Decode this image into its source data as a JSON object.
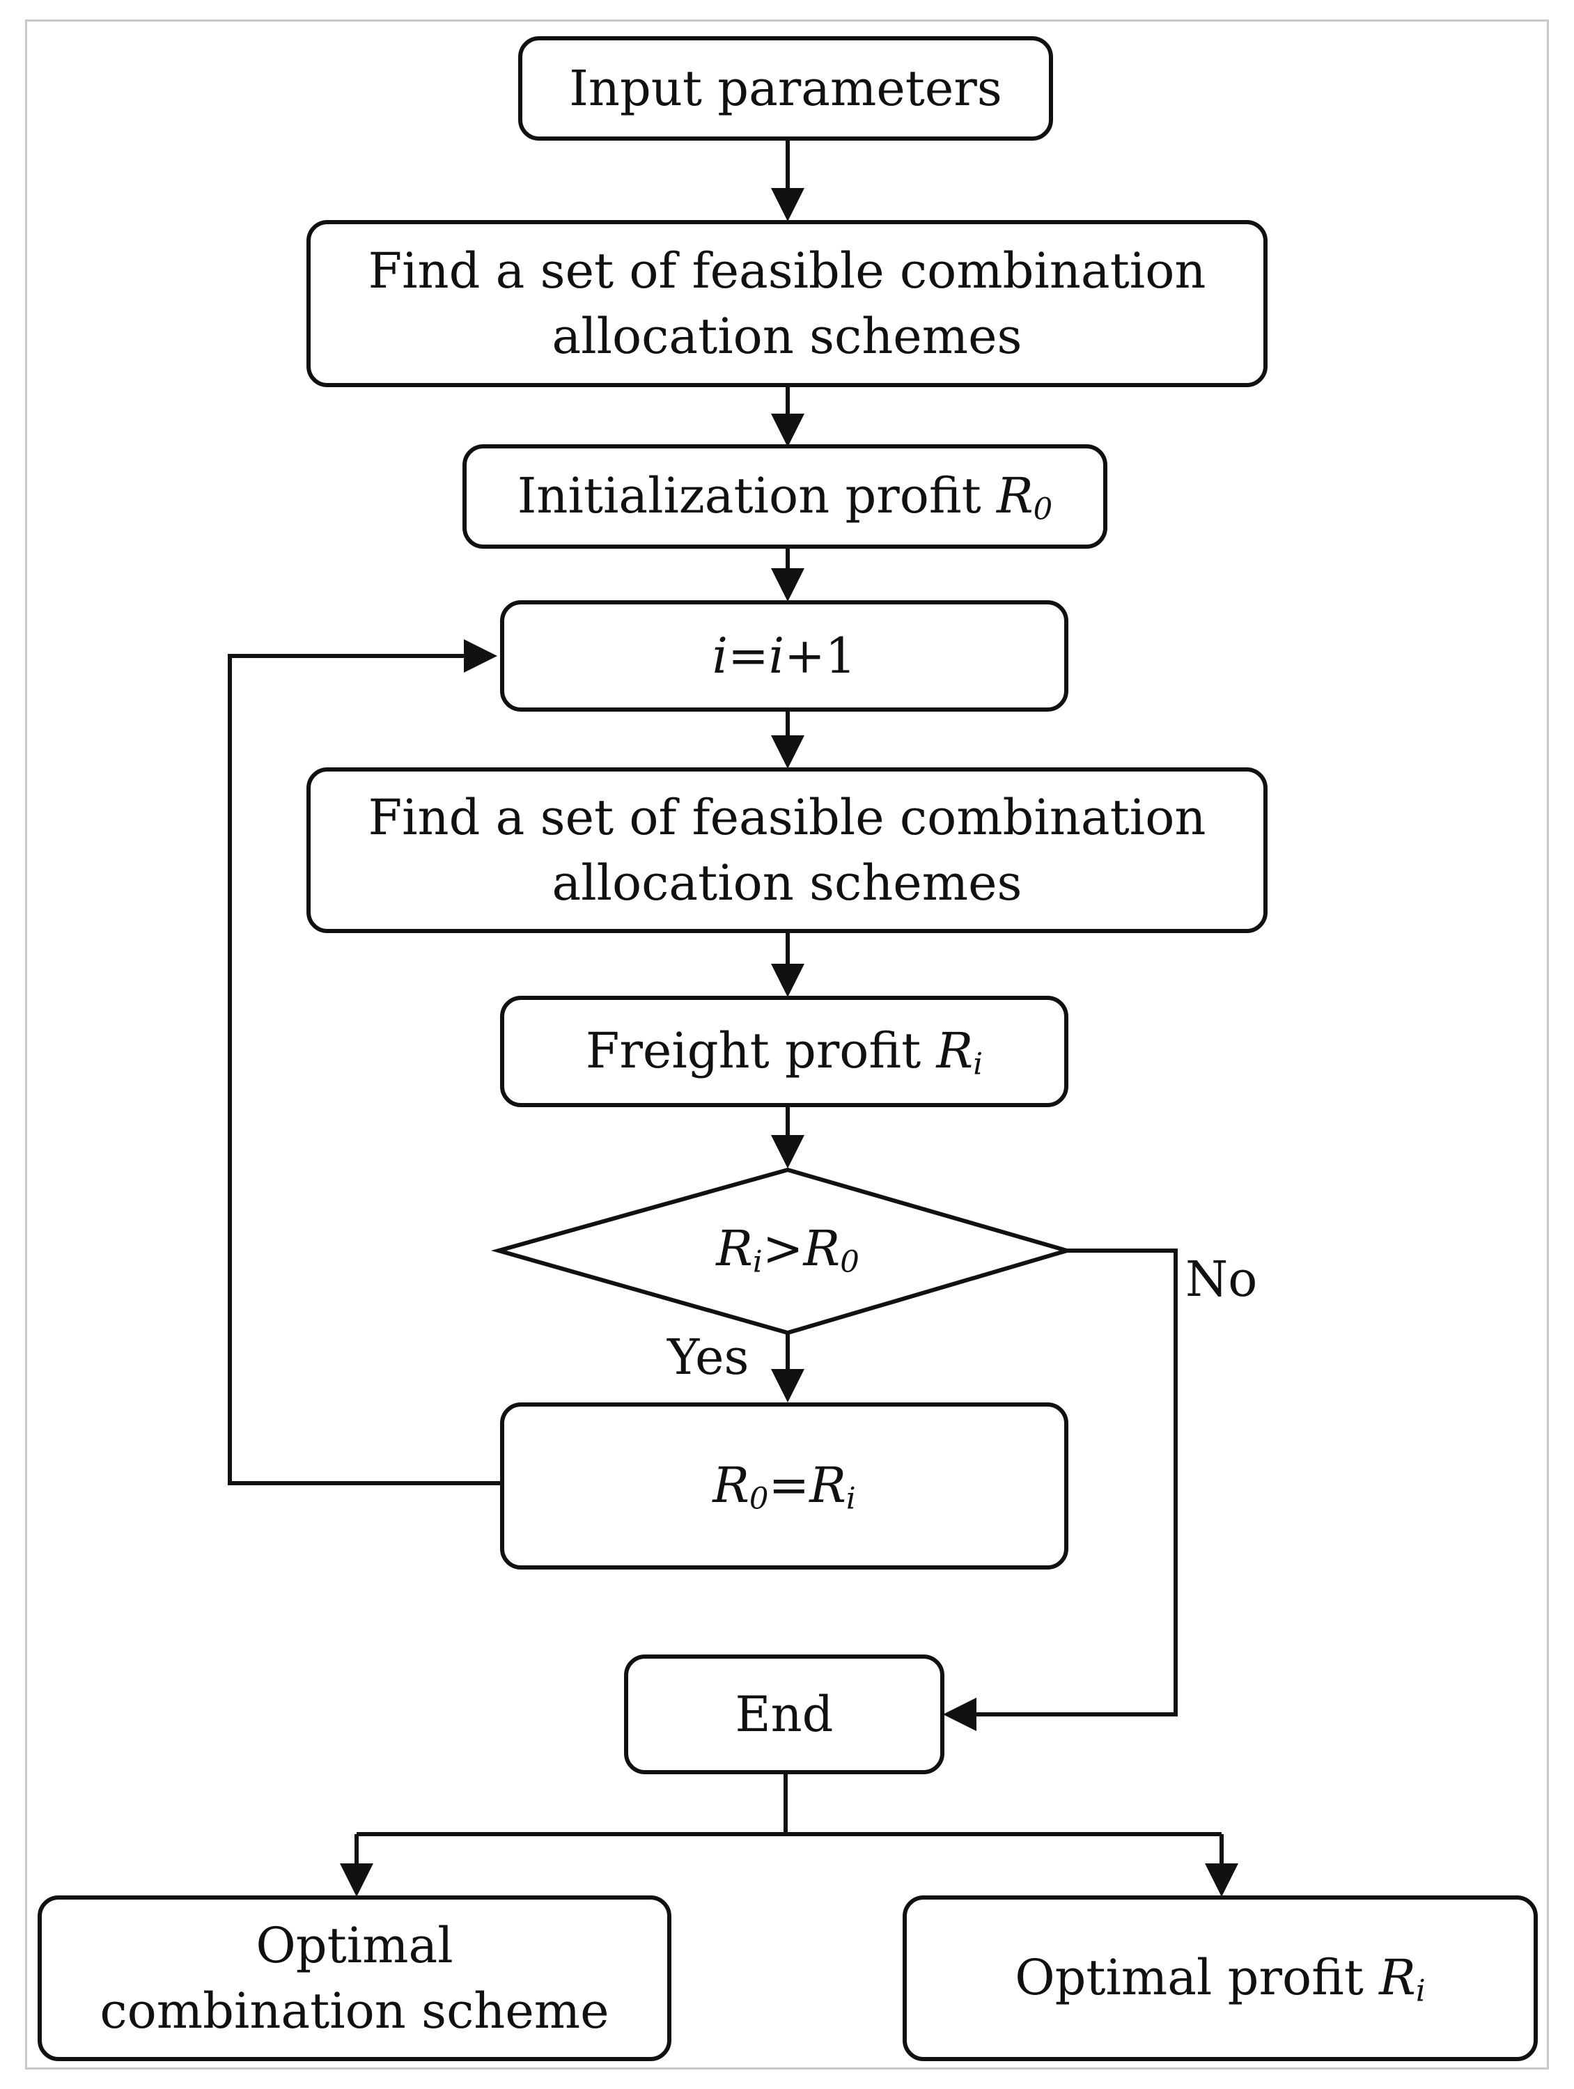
{
  "nodes": {
    "input": "Input parameters",
    "find1_line1": "Find a set of feasible combination",
    "find1_line2": "allocation schemes",
    "init_prefix": "Initialization profit ",
    "iter_var": "i",
    "iter_eq": "=",
    "iter_var2": "i",
    "iter_plus": "+1",
    "find2_line1": "Find a set of feasible combination",
    "find2_line2": "allocation schemes",
    "freight_prefix": "Freight profit ",
    "r": "R",
    "sub0": "0",
    "subi": "i",
    "gt": ">",
    "eq": "=",
    "end": "End",
    "opt_scheme_line1": "Optimal",
    "opt_scheme_line2": "combination scheme",
    "opt_profit_prefix": "Optimal profit "
  },
  "edge_labels": {
    "yes": "Yes",
    "no": "No"
  }
}
